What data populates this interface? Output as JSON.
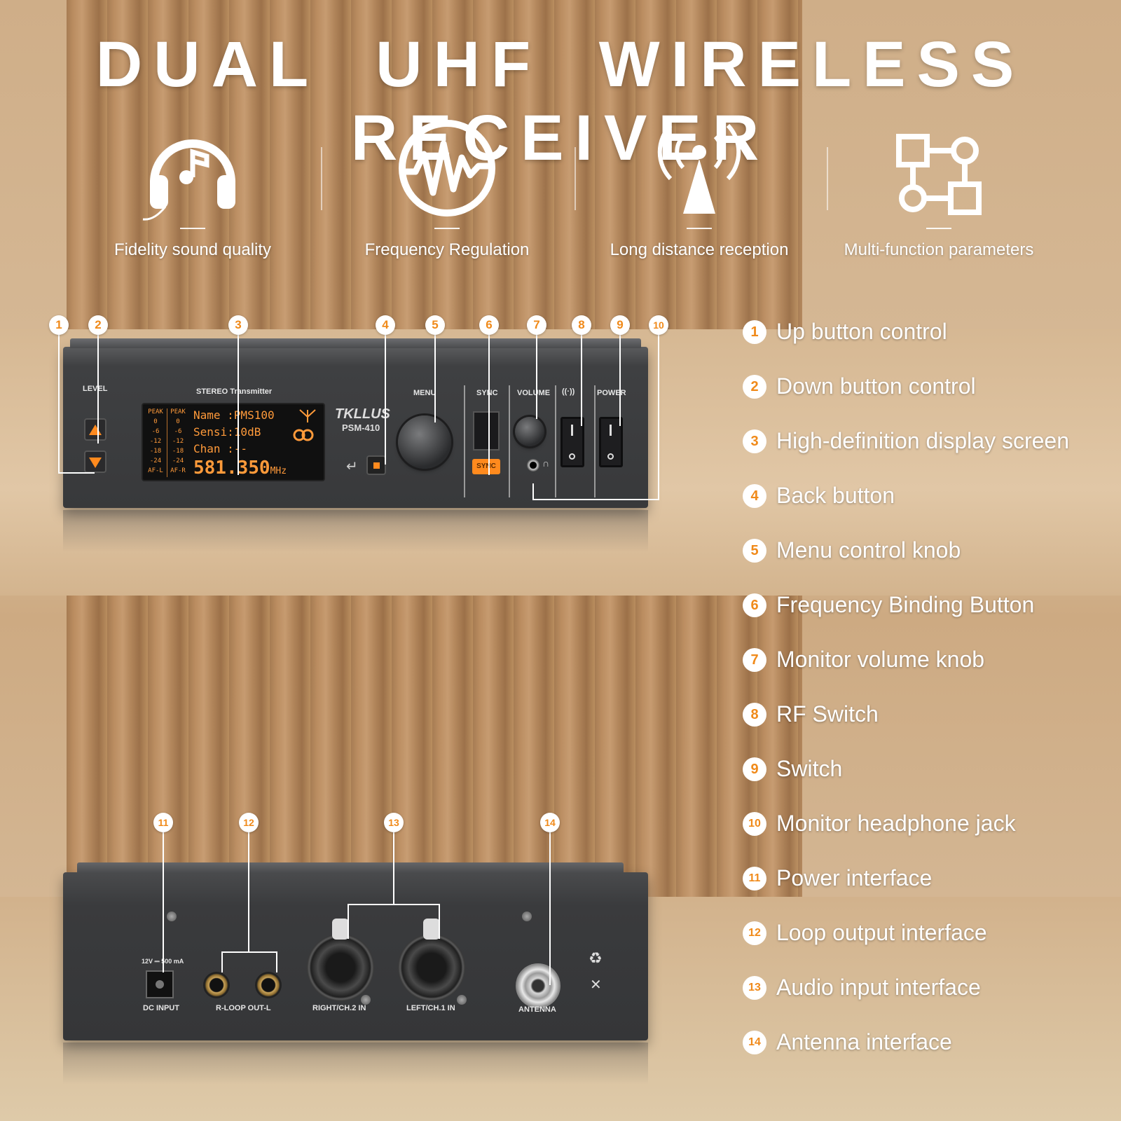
{
  "title": "DUAL UHF WIRELESS RECEIVER",
  "features": [
    {
      "icon": "headphones-music-icon",
      "label": "Fidelity sound quality"
    },
    {
      "icon": "waveform-circle-icon",
      "label": "Frequency Regulation"
    },
    {
      "icon": "broadcast-tower-icon",
      "label": "Long distance reception"
    },
    {
      "icon": "node-network-icon",
      "label": "Multi-function parameters"
    }
  ],
  "front_panel": {
    "level_label": "LEVEL",
    "stereo_label": "STEREO Transmitter",
    "brand": "TKLLUS",
    "model": "PSM-410",
    "menu_label": "MENU",
    "sync_label": "SYNC",
    "sync_button": "SYNC",
    "volume_label": "VOLUME",
    "rf_label": "((·))",
    "power_label": "POWER",
    "lcd": {
      "peak_left": "PEAK",
      "peak_right": "PEAK",
      "scale": [
        "0",
        "-6",
        "-12",
        "-18",
        "-24"
      ],
      "af_left": "AF-L",
      "af_right": "AF-R",
      "name_line": "Name :PMS100",
      "sensi_line": "Sensi:10dB",
      "chan_line": "Chan :--",
      "freq_value": "581.350",
      "freq_unit": "MHz"
    }
  },
  "back_panel": {
    "dc_rating": "12V ⎓ 500 mA",
    "dc_label": "DC INPUT",
    "loop_label": "R-LOOP OUT-L",
    "ch2_label": "RIGHT/CH.2 IN",
    "ch1_label": "LEFT/CH.1 IN",
    "antenna_label": "ANTENNA"
  },
  "callouts_front": [
    "1",
    "2",
    "3",
    "4",
    "5",
    "6",
    "7",
    "8",
    "9",
    "10"
  ],
  "callouts_back": [
    "11",
    "12",
    "13",
    "14"
  ],
  "legend": [
    {
      "num": "1",
      "text": "Up button control"
    },
    {
      "num": "2",
      "text": "Down button control"
    },
    {
      "num": "3",
      "text": "High-definition display screen"
    },
    {
      "num": "4",
      "text": "Back button"
    },
    {
      "num": "5",
      "text": "Menu control knob"
    },
    {
      "num": "6",
      "text": "Frequency Binding Button"
    },
    {
      "num": "7",
      "text": "Monitor volume knob"
    },
    {
      "num": "8",
      "text": "RF Switch"
    },
    {
      "num": "9",
      "text": "Switch"
    },
    {
      "num": "10",
      "text": "Monitor headphone jack"
    },
    {
      "num": "11",
      "text": "Power interface"
    },
    {
      "num": "12",
      "text": "Loop output interface"
    },
    {
      "num": "13",
      "text": "Audio input interface"
    },
    {
      "num": "14",
      "text": "Antenna interface"
    }
  ],
  "colors": {
    "accent": "#f08a1a",
    "lcd": "#ff9a3a",
    "device": "#3a3b3d"
  }
}
